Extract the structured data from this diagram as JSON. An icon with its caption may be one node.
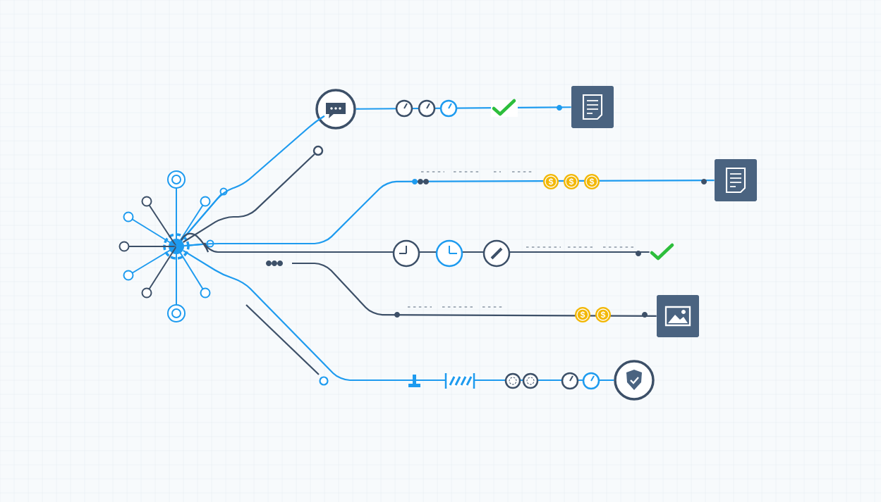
{
  "diagram": {
    "nodes": [
      {
        "text": [],
        "shape": "circle"
      },
      {
        "text": [],
        "shape": "circle"
      },
      {
        "text": [],
        "shape": "box"
      },
      {
        "text": [],
        "shape": "box"
      },
      {
        "text": [],
        "shape": "checkmark"
      },
      {
        "text": [],
        "shape": "box"
      },
      {
        "text": [],
        "shape": "circle"
      },
      {
        "text": [],
        "shape": "circle"
      }
    ],
    "edges": [
      {
        "from": 0,
        "to": 1,
        "arrow": "none"
      },
      {
        "from": 1,
        "to": 2,
        "arrow": "none"
      },
      {
        "from": 0,
        "to": 7,
        "arrow": "none",
        "color": "#3d5068"
      },
      {
        "from": 0,
        "to": 3,
        "arrow": "none"
      },
      {
        "from": 0,
        "to": 4,
        "arrow": "none",
        "color": "#3d5068"
      },
      {
        "from": null,
        "to": 5,
        "arrow": "none",
        "color": "#3d5068"
      },
      {
        "from": 0,
        "to": 6,
        "arrow": "none"
      }
    ],
    "labels": [
      "$",
      "$",
      "$",
      "$",
      "$"
    ]
  }
}
